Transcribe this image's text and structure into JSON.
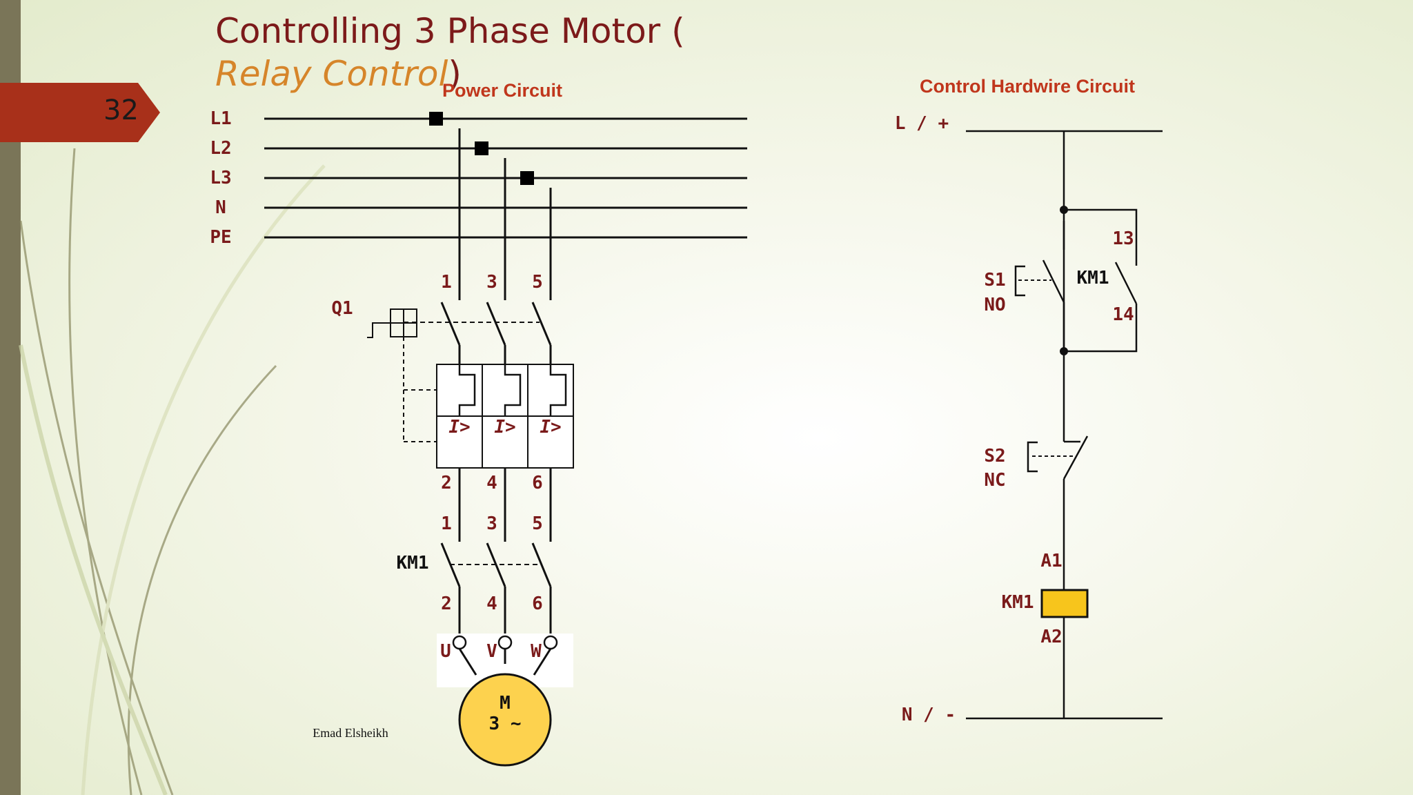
{
  "slide": {
    "number": "32",
    "title_part1": "Controlling 3 Phase Motor ( ",
    "title_part2": "Relay Control",
    "title_part3": ")",
    "author": "Emad Elsheikh"
  },
  "power_circuit": {
    "heading": "Power Circuit",
    "busbars": [
      "L1",
      "L2",
      "L3",
      "N",
      "PE"
    ],
    "breaker": {
      "name": "Q1",
      "top_terminals": [
        "1",
        "3",
        "5"
      ],
      "bottom_terminals": [
        "2",
        "4",
        "6"
      ],
      "trip_label": "I>"
    },
    "contactor": {
      "name": "KM1",
      "top_terminals": [
        "1",
        "3",
        "5"
      ],
      "bottom_terminals": [
        "2",
        "4",
        "6"
      ]
    },
    "motor": {
      "terminals": [
        "U",
        "V",
        "W"
      ],
      "line1": "M",
      "line2": "3 ~"
    }
  },
  "control_circuit": {
    "heading": "Control Hardwire Circuit",
    "top_rail": "L / +",
    "bottom_rail": "N / -",
    "s1_name": "S1",
    "s1_type": "NO",
    "hold_contact": "KM1",
    "hold_terminal_top": "13",
    "hold_terminal_bottom": "14",
    "s2_name": "S2",
    "s2_type": "NC",
    "coil_name": "KM1",
    "coil_a1": "A1",
    "coil_a2": "A2"
  },
  "colors": {
    "title": "#7c1a1a",
    "heading": "#c0361c",
    "label": "#7a1a1a",
    "number_tab": "#a8301a",
    "motor_fill": "#fdd24e",
    "coil_fill": "#f7c51c"
  }
}
